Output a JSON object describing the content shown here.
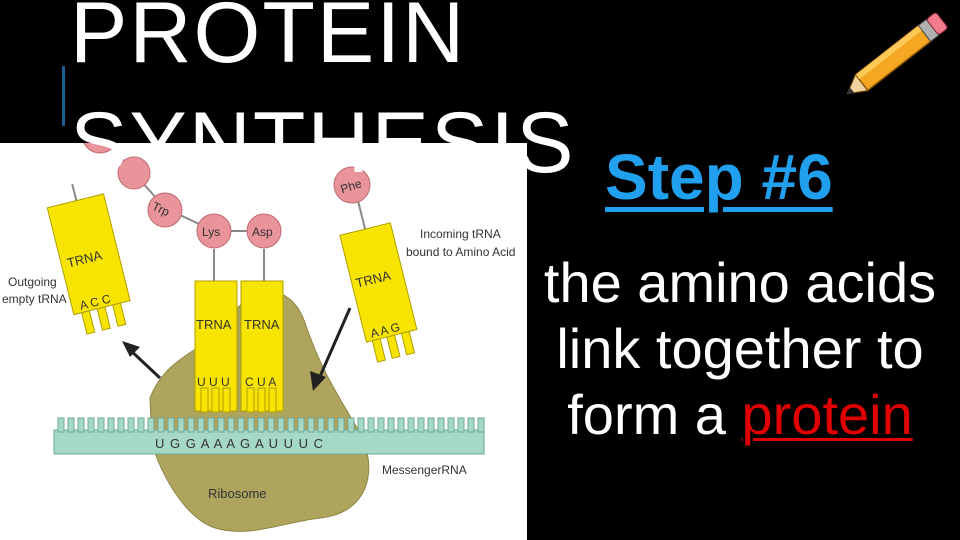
{
  "slide": {
    "title_line1": "PROTEIN",
    "title_line2": "SYNTHESIS",
    "step_title": "Step #6",
    "body_text_start": "the amino acids link together to form a ",
    "body_text_highlight": "protein",
    "colors": {
      "background": "#000000",
      "step_title": "#22a0f0",
      "highlight": "#e10000",
      "trna": "#f7e400",
      "ribosome": "#aea45e",
      "mrna": "#a6d8c8"
    }
  },
  "diagram": {
    "outgoing_label_1": "Outgoing",
    "outgoing_label_2": "empty tRNA",
    "incoming_label_1": "Incoming tRNA",
    "incoming_label_2": "bound to Amino Acid",
    "messenger_label": "MessengerRNA",
    "ribosome_label": "Ribosome",
    "trna_label": "TRNA",
    "amino_trp": "Trp",
    "amino_lys": "Lys",
    "amino_asp": "Asp",
    "amino_phe": "Phe",
    "anticodon_outgoing": "A C C",
    "anticodon_lys": "U U U",
    "anticodon_asp": "C U A",
    "anticodon_incoming": "A A G",
    "mrna_sequence": "U G G A A A G A U U U C"
  },
  "icons": {
    "pencil": "pencil-icon"
  }
}
